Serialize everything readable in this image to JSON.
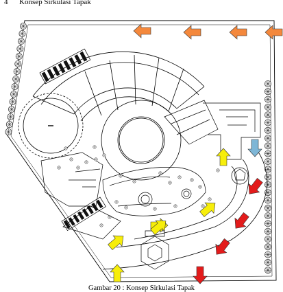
{
  "heading": {
    "number": "4",
    "title": "Konsep Sirkulasi Tapak"
  },
  "caption": "Gambar 20 : Konsep Sirkulasi Tapak",
  "colors": {
    "arrow_orange": "#f4883c",
    "arrow_yellow": "#f7ee0a",
    "arrow_red": "#e31b1b",
    "arrow_blue": "#7eb6d6",
    "line": "#000000",
    "tree": "#3a3a3a"
  },
  "arrows": [
    {
      "name": "orange-arrow-1",
      "color": "orange",
      "dir": "left"
    },
    {
      "name": "orange-arrow-2",
      "color": "orange",
      "dir": "left"
    },
    {
      "name": "orange-arrow-3",
      "color": "orange",
      "dir": "left"
    },
    {
      "name": "orange-arrow-4",
      "color": "orange",
      "dir": "left"
    },
    {
      "name": "blue-arrow",
      "color": "blue",
      "dir": "down"
    },
    {
      "name": "red-arrow-1",
      "color": "red",
      "dir": "down-left"
    },
    {
      "name": "red-arrow-2",
      "color": "red",
      "dir": "down-left"
    },
    {
      "name": "red-arrow-3",
      "color": "red",
      "dir": "down-left"
    },
    {
      "name": "red-arrow-4",
      "color": "red",
      "dir": "down"
    },
    {
      "name": "yellow-arrow-1",
      "color": "yellow",
      "dir": "up"
    },
    {
      "name": "yellow-arrow-2",
      "color": "yellow",
      "dir": "up-right"
    },
    {
      "name": "yellow-arrow-3",
      "color": "yellow",
      "dir": "right"
    },
    {
      "name": "yellow-arrow-4",
      "color": "yellow",
      "dir": "up-right"
    },
    {
      "name": "yellow-arrow-5",
      "color": "yellow",
      "dir": "up-right"
    },
    {
      "name": "yellow-arrow-6",
      "color": "yellow",
      "dir": "up"
    }
  ]
}
